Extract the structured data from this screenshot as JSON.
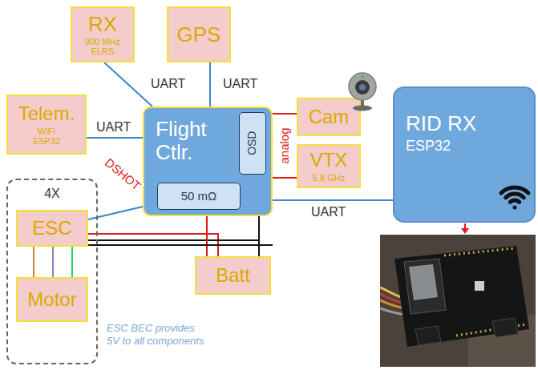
{
  "diagram": {
    "nodes": [
      {
        "text": [
          "RX",
          "900 MHz ELRS"
        ]
      },
      {
        "text": [
          "GPS"
        ]
      },
      {
        "text": [
          "Telem.",
          "WiFi ESP32"
        ]
      },
      {
        "text": [
          "Flight Ctlr."
        ]
      },
      {
        "text": [
          "OSD"
        ],
        "in": 3
      },
      {
        "text": [
          "50 mΩ"
        ],
        "in": 3
      },
      {
        "text": [
          "Cam"
        ]
      },
      {
        "text": [
          "VTX",
          "5.8 GHz"
        ]
      },
      {
        "text": [
          "RID RX",
          "ESP32"
        ]
      },
      {
        "text": [
          "4X"
        ]
      },
      {
        "text": [
          "ESC"
        ],
        "in": 9
      },
      {
        "text": [
          "Motor"
        ],
        "in": 9
      },
      {
        "text": [
          "Batt"
        ]
      }
    ],
    "edges": [
      {
        "from": 0,
        "to": 3,
        "arrow": "none",
        "label": "UART"
      },
      {
        "from": 1,
        "to": 3,
        "arrow": "none",
        "label": "UART"
      },
      {
        "from": 2,
        "to": 3,
        "arrow": "none",
        "label": "UART"
      },
      {
        "from": 3,
        "to": 6,
        "arrow": "none"
      },
      {
        "from": 3,
        "to": 7,
        "arrow": "none"
      },
      {
        "from": 3,
        "to": 8,
        "arrow": "none",
        "label": "UART"
      },
      {
        "from": 3,
        "to": 10,
        "arrow": "none",
        "label": "DSHOT"
      },
      {
        "from": 10,
        "to": 12,
        "arrow": "none"
      },
      {
        "from": 10,
        "to": 12,
        "arrow": "none"
      },
      {
        "from": 12,
        "to": 3,
        "arrow": "none"
      },
      {
        "from": 12,
        "to": 3,
        "arrow": "none"
      },
      {
        "from": 10,
        "to": 11,
        "arrow": "none"
      },
      {
        "from": 10,
        "to": 11,
        "arrow": "none"
      },
      {
        "from": 10,
        "to": 11,
        "arrow": "none"
      }
    ],
    "labels": [
      "analog",
      "ESC BEC provides 5V to all components"
    ]
  }
}
